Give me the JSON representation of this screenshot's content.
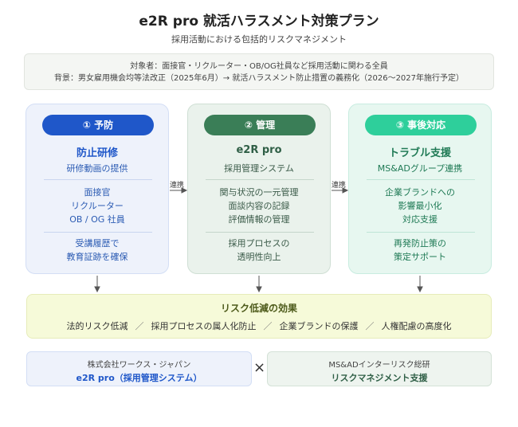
{
  "header": {
    "title": "e2R pro 就活ハラスメント対策プラン",
    "subtitle": "採用活動における包括的リスクマネジメント"
  },
  "info": {
    "target": "対象者：面接官・リクルーター・OB/OG社員など採用活動に関わる全員",
    "background": "背景：男女雇用機会均等法改正（2025年6月）→ 就活ハラスメント防止措置の義務化（2026〜2027年施行予定）"
  },
  "columns": [
    {
      "badge": "① 予防",
      "title": "防止研修",
      "subtitle": "研修動画の提供",
      "group1": [
        "面接官",
        "リクルーター",
        "OB / OG 社員"
      ],
      "group2": [
        "受講履歴で",
        "教育証跡を確保"
      ]
    },
    {
      "badge": "② 管理",
      "title": "e2R pro",
      "subtitle": "採用管理システム",
      "group1": [
        "関与状況の一元管理",
        "面談内容の記録",
        "評価情報の管理"
      ],
      "group2": [
        "採用プロセスの",
        "透明性向上"
      ]
    },
    {
      "badge": "③ 事後対応",
      "title": "トラブル支援",
      "subtitle": "MS&ADグループ連携",
      "group1": [
        "企業ブランドへの",
        "影響最小化",
        "対応支援"
      ],
      "group2": [
        "再発防止策の",
        "策定サポート"
      ]
    }
  ],
  "connectors": {
    "label1": "連携",
    "label2": "連携"
  },
  "effects": {
    "title": "リスク低減の効果",
    "items": [
      "法的リスク低減",
      "採用プロセスの属人化防止",
      "企業ブランドの保護",
      "人権配慮の高度化"
    ],
    "separator": "／"
  },
  "partners": {
    "left": {
      "name": "株式会社ワークス・ジャパン",
      "role": "e2R pro（採用管理システム）"
    },
    "times": "×",
    "right": {
      "name": "MS&ADインターリスク総研",
      "role": "リスクマネジメント支援"
    }
  }
}
